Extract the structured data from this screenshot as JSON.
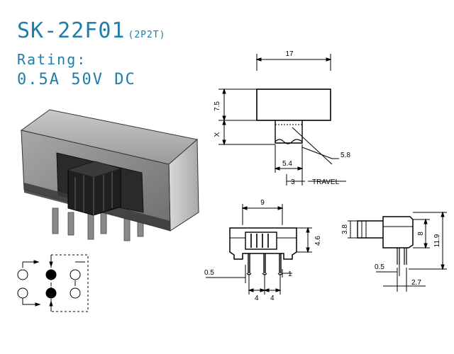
{
  "header": {
    "model": "SK-22F01",
    "config": "(2P2T)",
    "rating_label": "Rating:",
    "rating_value": "0.5A  50V  DC"
  },
  "dimensions": {
    "top": {
      "width": "17",
      "height": "7.5",
      "x": "X",
      "actuator_offset": "5.8",
      "actuator_width": "5.4",
      "travel_value": "3",
      "travel_label": "TRAVEL"
    },
    "front": {
      "width": "9",
      "height": "4.6",
      "left_margin": "0.5",
      "pin_spacing_a": "4",
      "pin_spacing_b": "4",
      "right_pin": "1"
    },
    "side": {
      "actuator": "3.8",
      "body_height": "8",
      "total_height": "11.9",
      "pin_offset": "0.5",
      "pin_spacing": "2.7"
    }
  },
  "colors": {
    "accent": "#1f7ea8"
  }
}
